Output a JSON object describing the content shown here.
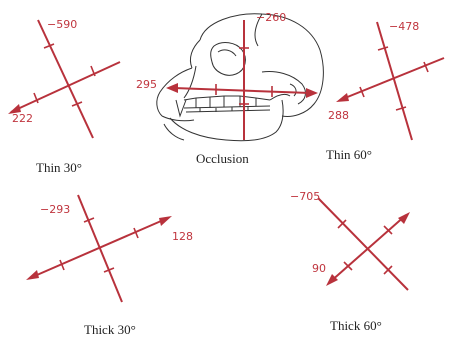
{
  "panels": {
    "thin30": {
      "caption": "Thin 30°",
      "value_top": "−590",
      "value_side": "222"
    },
    "occlusion": {
      "caption": "Occlusion",
      "value_top": "−260",
      "value_side": "295"
    },
    "thin60": {
      "caption": "Thin 60°",
      "value_top": "−478",
      "value_side": "288"
    },
    "thick30": {
      "caption": "Thick 30°",
      "value_top": "−293",
      "value_side": "128"
    },
    "thick60": {
      "caption": "Thick 60°",
      "value_top": "−705",
      "value_side": "90"
    }
  },
  "colors": {
    "axis": "#b8323c",
    "value_text": "#c0363f",
    "caption_text": "#222222"
  }
}
